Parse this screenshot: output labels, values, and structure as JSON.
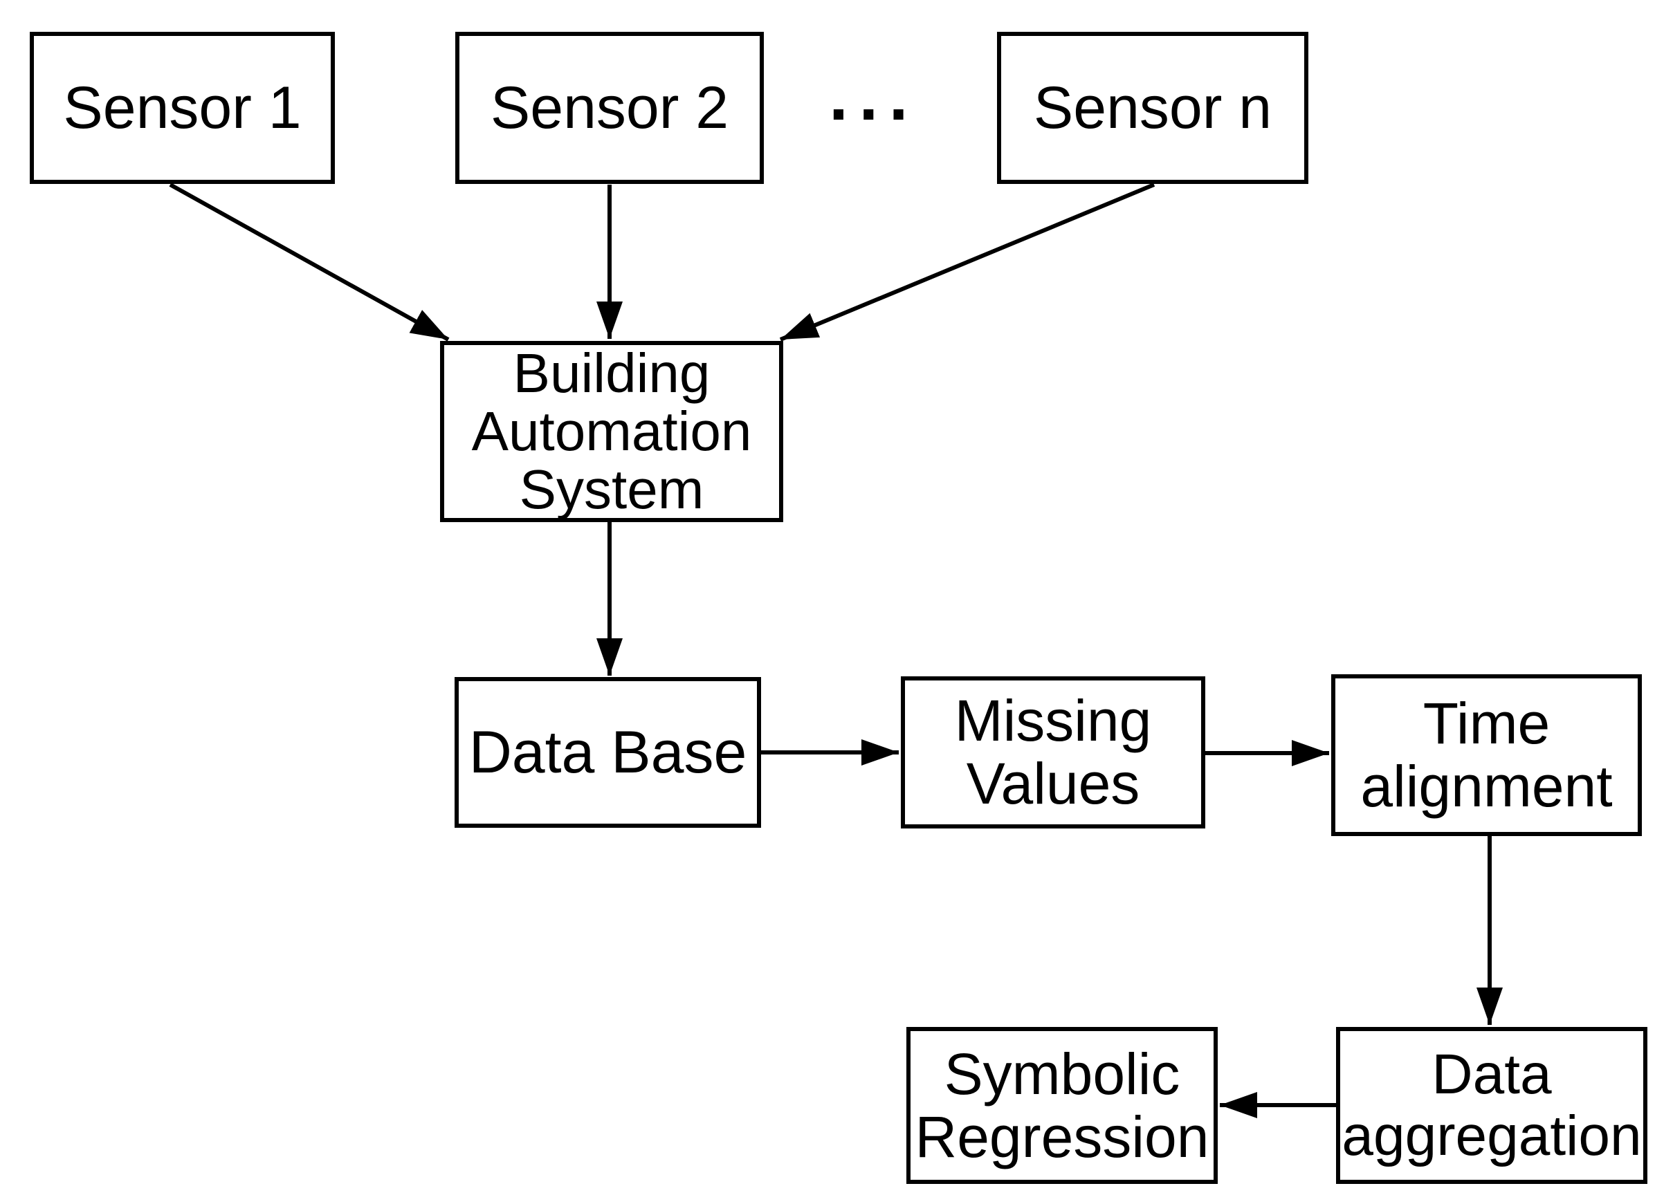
{
  "diagram": {
    "background_color": "#ffffff",
    "stroke_color": "#000000",
    "nodes": {
      "sensor_1": {
        "label": "Sensor 1"
      },
      "sensor_2": {
        "label": "Sensor 2"
      },
      "sensor_n": {
        "label": "Sensor n"
      },
      "ellipsis": {
        "label": "···"
      },
      "building_automation_system": {
        "label": "Building\nAutomation\nSystem"
      },
      "data_base": {
        "label": "Data Base"
      },
      "missing_values": {
        "label": "Missing\nValues"
      },
      "time_alignment": {
        "label": "Time\nalignment"
      },
      "data_aggregation": {
        "label": "Data\naggregation"
      },
      "symbolic_regression": {
        "label": "Symbolic\nRegression"
      }
    },
    "edges": [
      {
        "from": "sensor_1",
        "to": "building_automation_system"
      },
      {
        "from": "sensor_2",
        "to": "building_automation_system"
      },
      {
        "from": "sensor_n",
        "to": "building_automation_system"
      },
      {
        "from": "building_automation_system",
        "to": "data_base"
      },
      {
        "from": "data_base",
        "to": "missing_values"
      },
      {
        "from": "missing_values",
        "to": "time_alignment"
      },
      {
        "from": "time_alignment",
        "to": "data_aggregation"
      },
      {
        "from": "data_aggregation",
        "to": "symbolic_regression"
      }
    ]
  }
}
